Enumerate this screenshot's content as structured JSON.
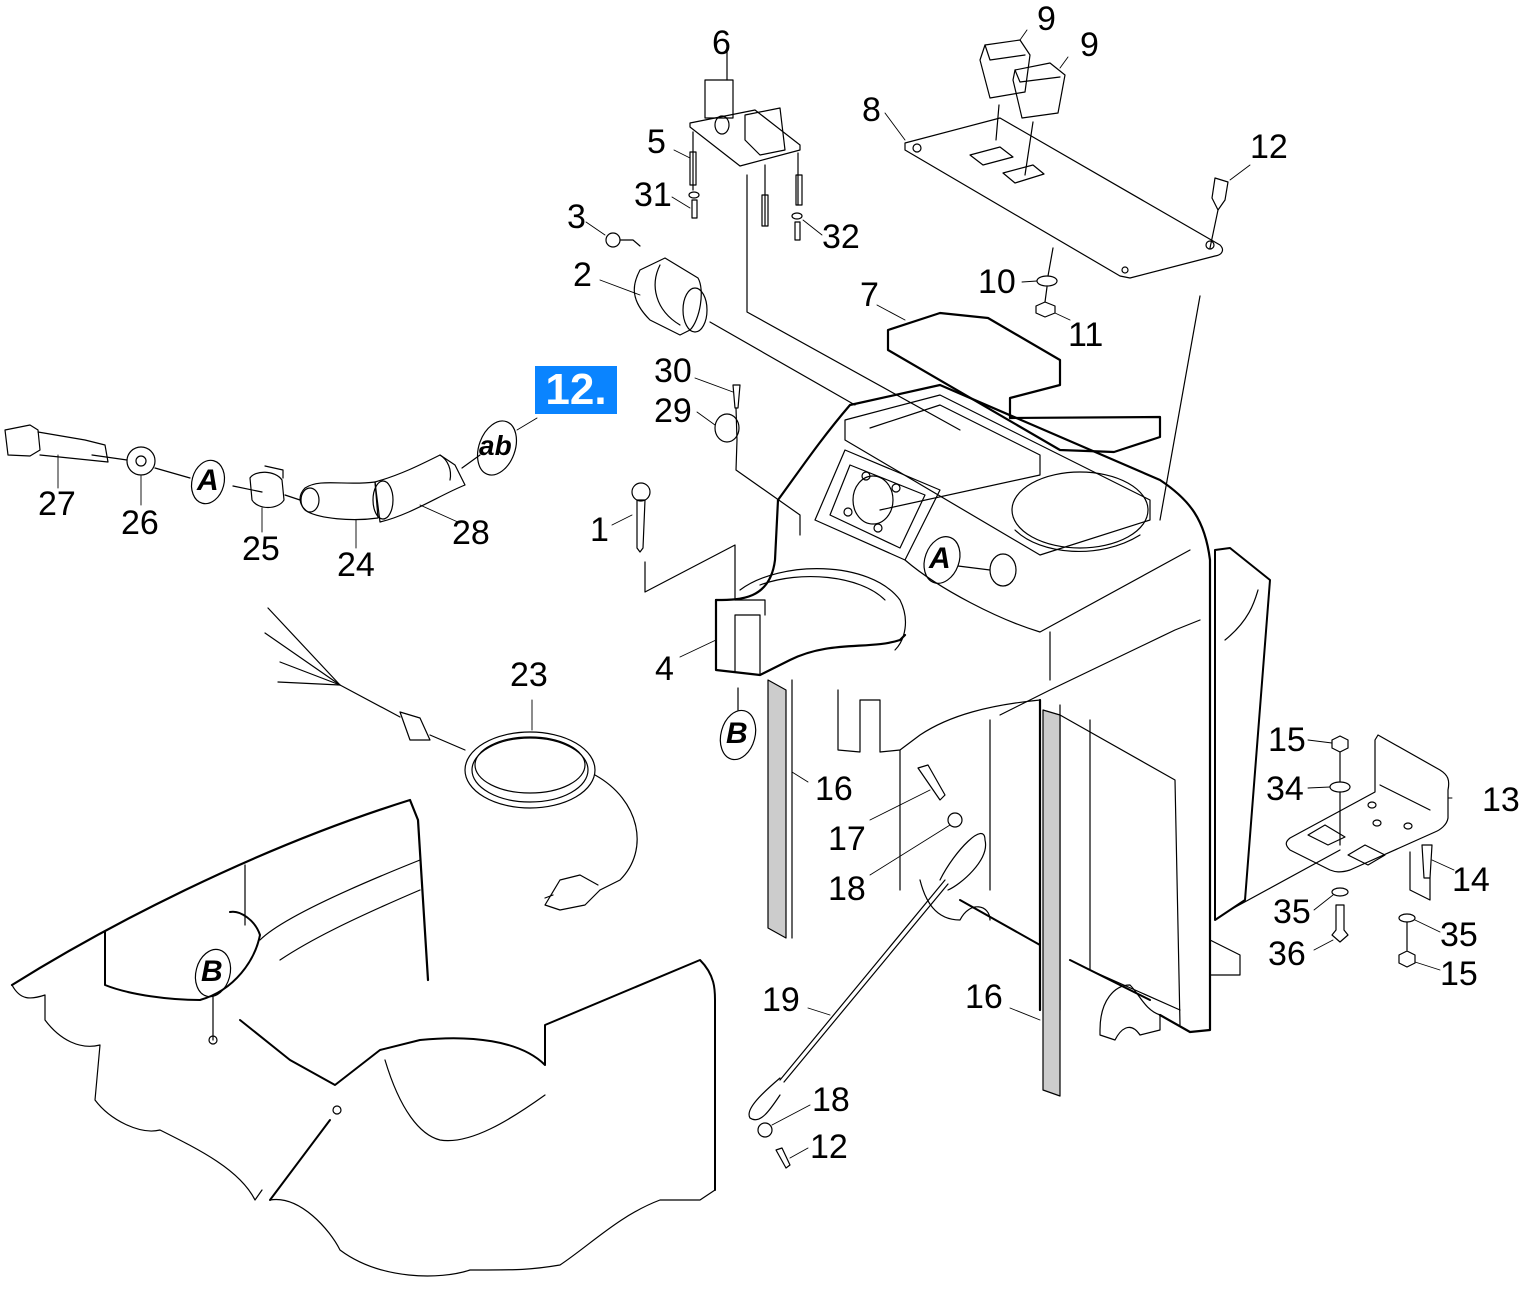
{
  "highlight": {
    "text": "12.",
    "color": "#0a84ff"
  },
  "callouts": [
    {
      "id": "c6",
      "text": "6"
    },
    {
      "id": "c5",
      "text": "5"
    },
    {
      "id": "c31",
      "text": "31"
    },
    {
      "id": "c3",
      "text": "3"
    },
    {
      "id": "c32",
      "text": "32"
    },
    {
      "id": "c2",
      "text": "2"
    },
    {
      "id": "c9a",
      "text": "9"
    },
    {
      "id": "c9b",
      "text": "9"
    },
    {
      "id": "c8",
      "text": "8"
    },
    {
      "id": "c12a",
      "text": "12"
    },
    {
      "id": "c10",
      "text": "10"
    },
    {
      "id": "c7",
      "text": "7"
    },
    {
      "id": "c11",
      "text": "11"
    },
    {
      "id": "c30",
      "text": "30"
    },
    {
      "id": "c29",
      "text": "29"
    },
    {
      "id": "c1",
      "text": "1"
    },
    {
      "id": "c4",
      "text": "4"
    },
    {
      "id": "c27",
      "text": "27"
    },
    {
      "id": "c26",
      "text": "26"
    },
    {
      "id": "c25",
      "text": "25"
    },
    {
      "id": "c24",
      "text": "24"
    },
    {
      "id": "c28",
      "text": "28"
    },
    {
      "id": "c23",
      "text": "23"
    },
    {
      "id": "c16a",
      "text": "16"
    },
    {
      "id": "c17",
      "text": "17"
    },
    {
      "id": "c18a",
      "text": "18"
    },
    {
      "id": "c19",
      "text": "19"
    },
    {
      "id": "c18b",
      "text": "18"
    },
    {
      "id": "c12b",
      "text": "12"
    },
    {
      "id": "c16b",
      "text": "16"
    },
    {
      "id": "c15a",
      "text": "15"
    },
    {
      "id": "c34",
      "text": "34"
    },
    {
      "id": "c13",
      "text": "13"
    },
    {
      "id": "c14",
      "text": "14"
    },
    {
      "id": "c35a",
      "text": "35"
    },
    {
      "id": "c36",
      "text": "36"
    },
    {
      "id": "c35b",
      "text": "35"
    },
    {
      "id": "c15b",
      "text": "15"
    }
  ],
  "reference_markers": {
    "a_hose": "A",
    "ab_hose": "ab",
    "a_body": "A",
    "b_top": "B",
    "b_bottom": "B"
  }
}
